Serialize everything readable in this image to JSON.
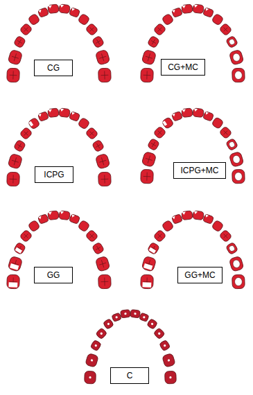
{
  "diagram": {
    "nodes": [
      {
        "text": [
          "CG"
        ]
      },
      {
        "text": [
          "CG+MC"
        ]
      },
      {
        "text": [
          "ICPG"
        ]
      },
      {
        "text": [
          "ICPG+MC"
        ]
      },
      {
        "text": [
          "GG"
        ]
      },
      {
        "text": [
          "GG+MC"
        ]
      },
      {
        "text": [
          "C"
        ]
      }
    ]
  }
}
